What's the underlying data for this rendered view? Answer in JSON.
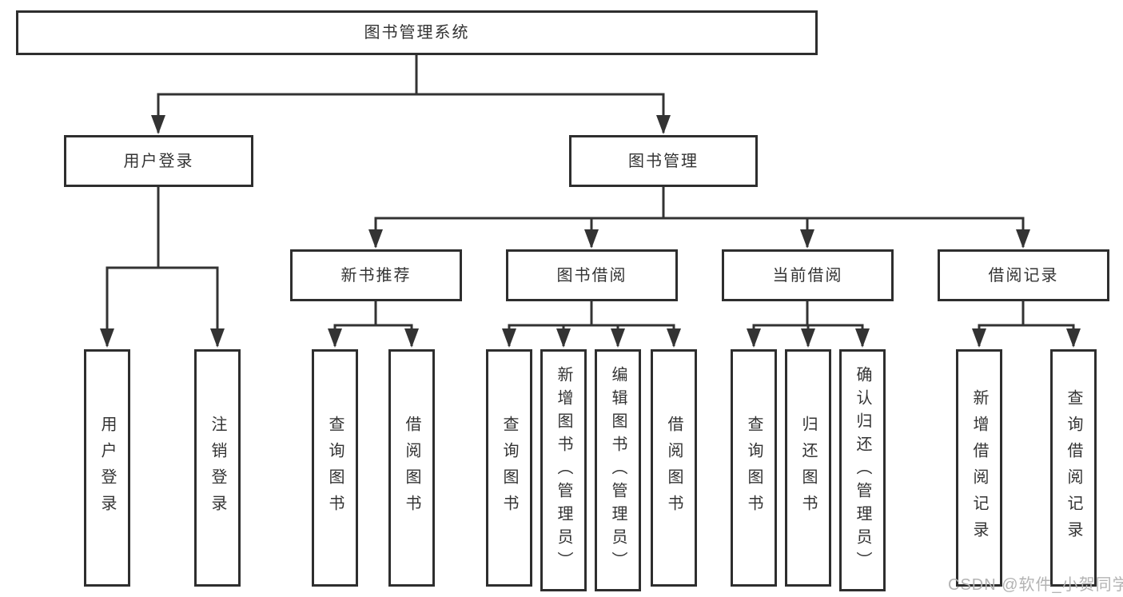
{
  "diagram": {
    "title": "图书管理系统",
    "level2": [
      {
        "label": "用户登录",
        "children": [
          {
            "label": "用户登录"
          },
          {
            "label": "注销登录"
          }
        ]
      },
      {
        "label": "图书管理",
        "children": [
          {
            "label": "新书推荐",
            "children": [
              {
                "label": "查询图书"
              },
              {
                "label": "借阅图书"
              }
            ]
          },
          {
            "label": "图书借阅",
            "children": [
              {
                "label": "查询图书"
              },
              {
                "label": "新增图书（管理员）"
              },
              {
                "label": "编辑图书（管理员）"
              },
              {
                "label": "借阅图书"
              }
            ]
          },
          {
            "label": "当前借阅",
            "children": [
              {
                "label": "查询图书"
              },
              {
                "label": "归还图书"
              },
              {
                "label": "确认归还（管理员）"
              }
            ]
          },
          {
            "label": "借阅记录",
            "children": [
              {
                "label": "新增借阅记录"
              },
              {
                "label": "查询借阅记录"
              }
            ]
          }
        ]
      }
    ]
  },
  "watermark": "CSDN @软件_小贺同学",
  "colors": {
    "line": "#333333",
    "box_border": "#2e2e2e",
    "box_fill": "#ffffff",
    "text": "#333333",
    "watermark": "#b3b3b3"
  }
}
